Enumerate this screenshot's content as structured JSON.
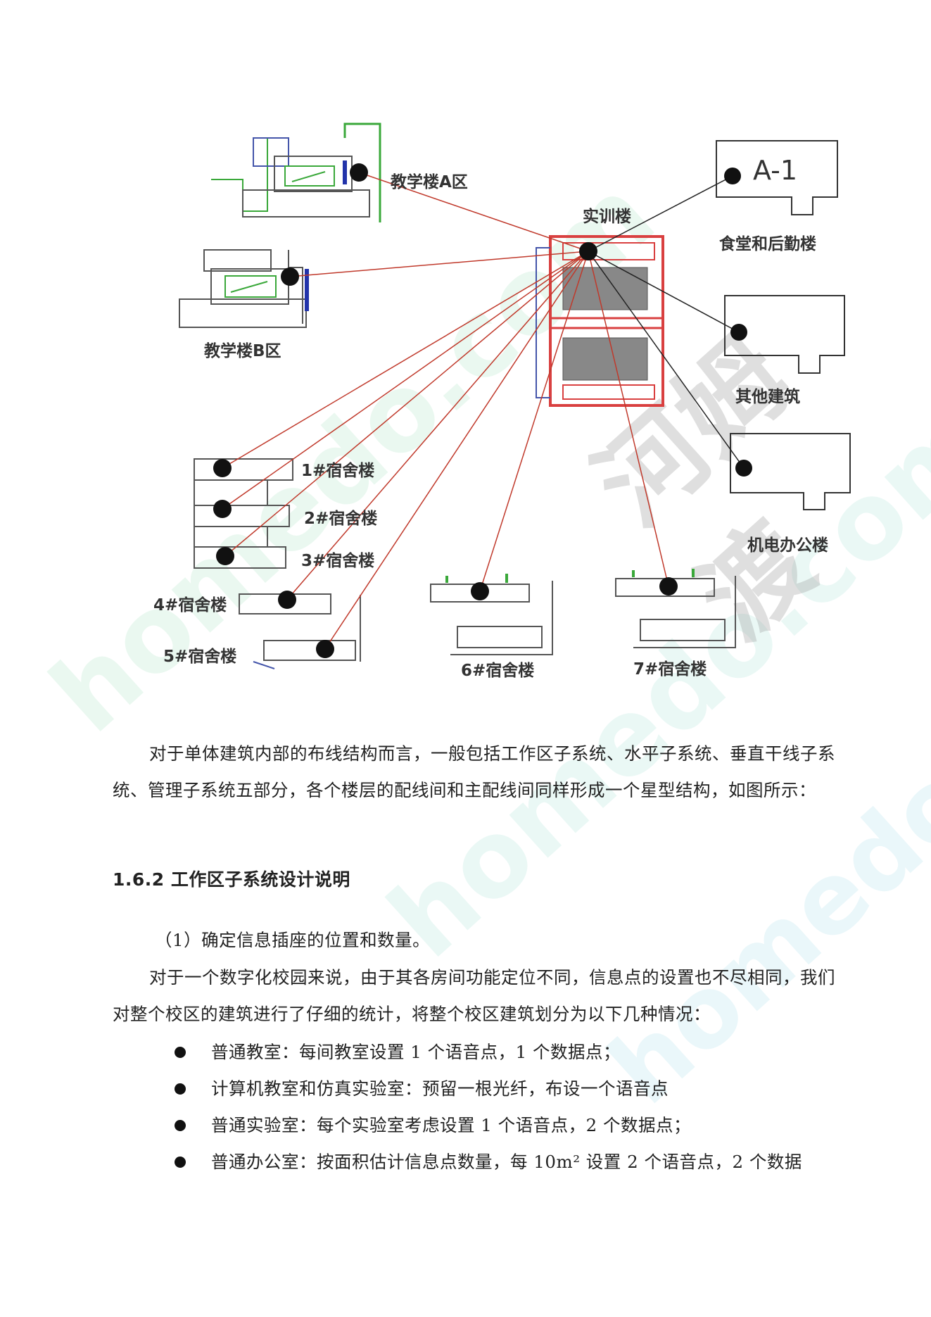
{
  "diagram": {
    "labels": {
      "teach_a": "教学楼A区",
      "teach_b": "教学楼B区",
      "training": "实训楼",
      "canteen": "食堂和后勤楼",
      "canteen_tag": "A-1",
      "other": "其他建筑",
      "mech_office": "机电办公楼",
      "dorm1": "1#宿舍楼",
      "dorm2": "2#宿舍楼",
      "dorm3": "3#宿舍楼",
      "dorm4": "4#宿舍楼",
      "dorm5": "5#宿舍楼",
      "dorm6": "6#宿舍楼",
      "dorm7": "7#宿舍楼"
    },
    "colors": {
      "link": "#c0392b",
      "fiber": "#222222",
      "wall": "#d94040",
      "green": "#3aa83a",
      "blue": "#4455aa"
    }
  },
  "text": {
    "para1": "对于单体建筑内部的布线结构而言，一般包括工作区子系统、水平子系统、垂直干线子系统、管理子系统五部分，各个楼层的配线间和主配线间同样形成一个星型结构，如图所示：",
    "heading": "1.6.2 工作区子系统设计说明",
    "para2": "（1）确定信息插座的位置和数量。",
    "para3": "对于一个数字化校园来说，由于其各房间功能定位不同，信息点的设置也不尽相同，我们对整个校区的建筑进行了仔细的统计，将整个校区建筑划分为以下几种情况：",
    "bullets": [
      "普通教室：每间教室设置 1 个语音点，1 个数据点；",
      "计算机教室和仿真实验室：预留一根光纤，布设一个语音点",
      "普通实验室：每个实验室考虑设置 1 个语音点，2 个数据点；",
      "普通办公室：按面积估计信息点数量，每 10m² 设置 2 个语音点，2 个数据"
    ]
  },
  "watermark": {
    "text1": "homedo.com",
    "text2": "河姆渡"
  }
}
